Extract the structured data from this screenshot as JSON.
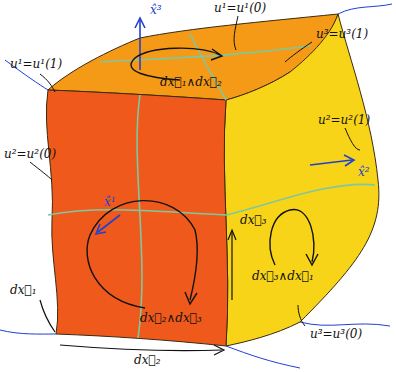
{
  "diagram": {
    "labels": [
      "u¹=u¹(0)",
      "x̂³",
      "u³=u³(1)",
      "u¹=u¹(1)",
      "dx⃗₁∧dx⃗₂",
      "u²=u²(1)",
      "x̂²",
      "u²=u²(0)",
      "x̂¹",
      "dx⃗₃",
      "dx⃗₃∧dx⃗₁",
      "dx⃗₂∧dx⃗₃",
      "u³=u³(0)",
      "dx⃗₁",
      "dx⃗₂"
    ]
  }
}
